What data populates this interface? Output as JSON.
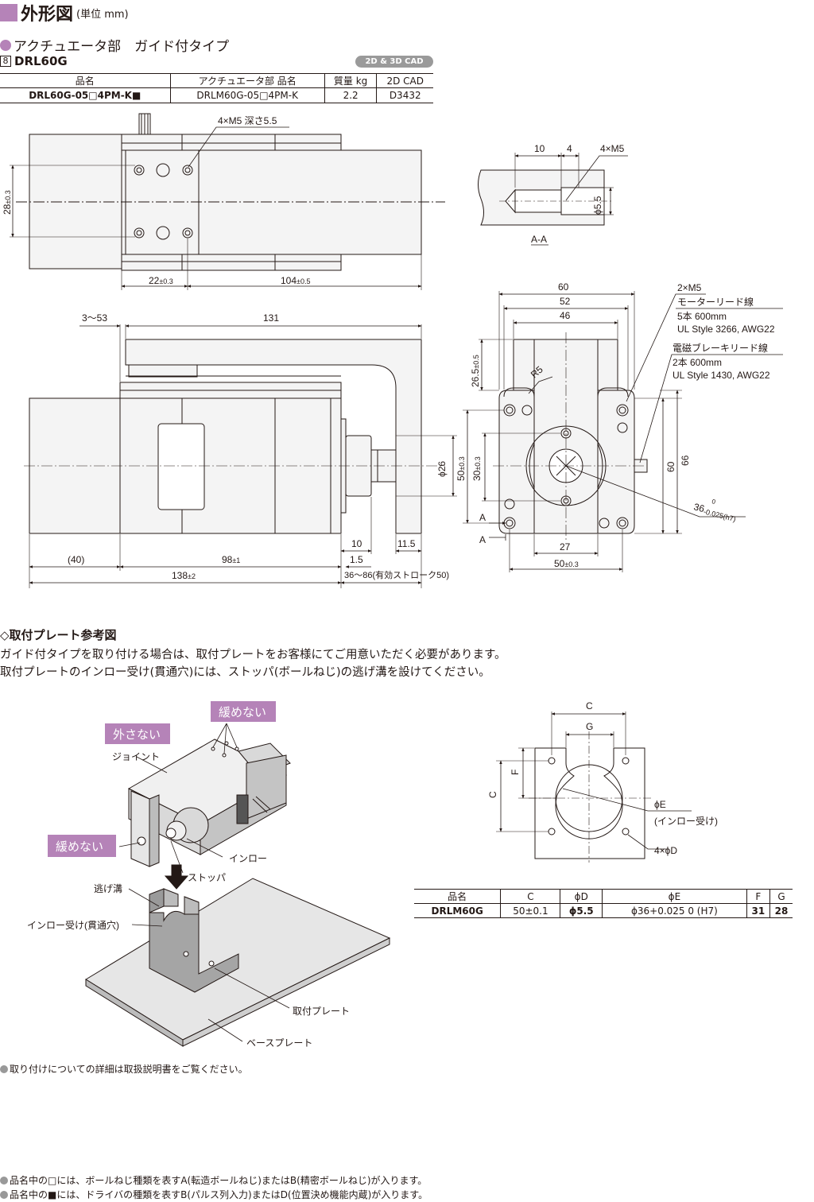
{
  "header": {
    "title": "外形図",
    "unit": "(単位 mm)"
  },
  "section": {
    "title": "アクチュエータ部　ガイド付タイプ"
  },
  "model": {
    "number": "8",
    "name": "DRL60G",
    "cad_badge": "2D & 3D CAD"
  },
  "spec_table": {
    "headers": [
      "品名",
      "アクチュエータ部 品名",
      "質量 kg",
      "2D CAD"
    ],
    "row": [
      "DRL60G-05□4PM-K■",
      "DRLM60G-05□4PM-K",
      "2.2",
      "D3432"
    ]
  },
  "drawing": {
    "top_holes": "4×M5 深さ5.5",
    "dim_28": "28",
    "tol_03": "±0.3",
    "dim_22": "22",
    "dim_104": "104",
    "tol_05": "±0.5",
    "aa_10": "10",
    "aa_4": "4",
    "aa_m5": "4×M5",
    "aa_phi55": "ϕ5.5",
    "aa_label": "A-A",
    "side_3_53": "3～53",
    "side_131": "131",
    "side_40": "(40)",
    "side_98": "98",
    "tol_1": "±1",
    "side_138": "138",
    "tol_2": "±2",
    "side_10": "10",
    "side_115": "11.5",
    "side_15": "1.5",
    "side_stroke": "36～86(有効ストローク50)",
    "side_phi26": "ϕ26",
    "front_60": "60",
    "front_52": "52",
    "front_46": "46",
    "front_265": "26.5",
    "front_r5": "R5",
    "front_50": "50",
    "front_30": "30",
    "front_60v": "60",
    "front_66": "66",
    "front_27": "27",
    "front_50b": "50",
    "front_36": "36",
    "front_36tol": "-0.025(h7)",
    "front_36tol0": "0",
    "front_a": "A",
    "lead_m5": "2×M5",
    "motor_lead": "モーターリード線",
    "motor_lead_1": "5本 600mm",
    "motor_lead_2": "UL Style 3266, AWG22",
    "brake_lead": "電磁ブレーキリード線",
    "brake_lead_1": "2本 600mm",
    "brake_lead_2": "UL Style 1430, AWG22"
  },
  "plate_section": {
    "title": "◇取付プレート参考図",
    "p1": "ガイド付タイプを取り付ける場合は、取付プレートをお客様にてご用意いただく必要があります。",
    "p2": "取付プレートのインロー受け(貫通穴)には、ストッパ(ボールねじ)の逃げ溝を設けてください。",
    "tag_loosen1": "緩めない",
    "tag_remove": "外さない",
    "tag_loosen2": "緩めない",
    "joint": "ジョイント",
    "inlo": "インロー",
    "stopper": "ストッパ",
    "nige": "逃げ溝",
    "inlo_uke": "インロー受け(貫通穴)",
    "plate": "取付プレート",
    "base": "ベースプレート",
    "c": "C",
    "g": "G",
    "f": "F",
    "phie": "ϕE",
    "phie_note": "(インロー受け)",
    "phid": "4×ϕD"
  },
  "plate_table": {
    "headers": [
      "品名",
      "C",
      "ϕD",
      "ϕE",
      "F",
      "G"
    ],
    "row": [
      "DRLM60G",
      "50±0.1",
      "ϕ5.5",
      "ϕ36+0.025 0 (H7)",
      "31",
      "28"
    ]
  },
  "notes": {
    "install": "取り付けについての詳細は取扱説明書をご覧ください。",
    "n1": "品名中の□には、ボールねじ種類を表すA(転造ボールねじ)またはB(精密ボールねじ)が入ります。",
    "n2": "品名中の■には、ドライバの種類を表すB(パルス列入力)またはD(位置決め機能内蔵)が入ります。"
  },
  "colors": {
    "accent": "#b583b8",
    "body_fill": "#f4f4f4",
    "line": "#231815"
  }
}
